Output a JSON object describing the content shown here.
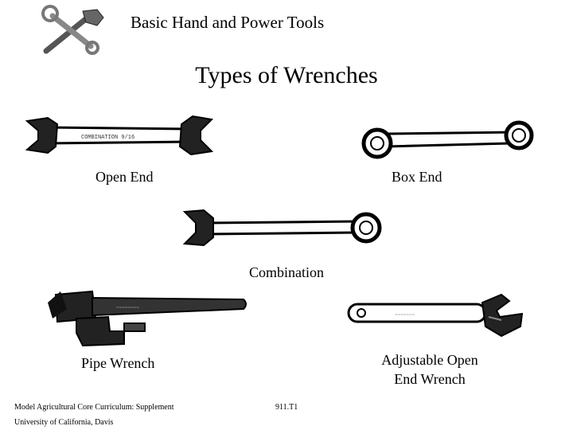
{
  "header": {
    "title": "Basic Hand and Power Tools",
    "logo_icon": "hammer-and-wrench-icon"
  },
  "slide": {
    "title": "Types of Wrenches"
  },
  "wrenches": {
    "open_end": {
      "label": "Open End",
      "icon": "open-end-wrench-icon",
      "stamp": "COMBINATION 9/16"
    },
    "box_end": {
      "label": "Box End",
      "icon": "box-end-wrench-icon"
    },
    "combination": {
      "label": "Combination",
      "icon": "combination-wrench-icon"
    },
    "pipe": {
      "label": "Pipe Wrench",
      "icon": "pipe-wrench-icon"
    },
    "adjustable": {
      "label_line1": "Adjustable Open",
      "label_line2": "End Wrench",
      "icon": "adjustable-wrench-icon"
    }
  },
  "footer": {
    "line1": "Model Agricultural Core Curriculum:  Supplement",
    "line2": "University of California, Davis",
    "code": "911.T1"
  }
}
